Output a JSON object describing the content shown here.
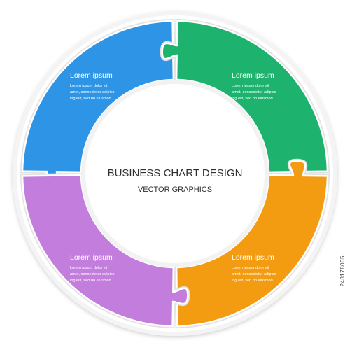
{
  "center": {
    "title": "BUSINESS CHART DESIGN",
    "subtitle": "VECTOR GRAPHICS"
  },
  "segments": [
    {
      "id": "blue",
      "color": "#2e95e6",
      "title": "Lorem ipsum",
      "lines": [
        "Lorem ipsum dolor sit",
        "amet, consectetur adipisc-",
        "ing elit, sed do eiusmod"
      ]
    },
    {
      "id": "green",
      "color": "#1db26e",
      "title": "Lorem ipsum",
      "lines": [
        "Lorem ipsum dolor sit",
        "amet, consectetur adipisc-",
        "ing elit, sed do eiusmod"
      ]
    },
    {
      "id": "orange",
      "color": "#f39c12",
      "title": "Lorem ipsum",
      "lines": [
        "Lorem ipsum dolor sit",
        "amet, consectetur adipisc-",
        "ing elit, sed do eiusmod"
      ]
    },
    {
      "id": "purple",
      "color": "#c27ddd",
      "title": "Lorem ipsum",
      "lines": [
        "Lorem ipsum dolor sit",
        "amet, consectetur adipisc-",
        "ing elit, sed do eiusmod"
      ]
    }
  ],
  "stock_id": "248178035"
}
